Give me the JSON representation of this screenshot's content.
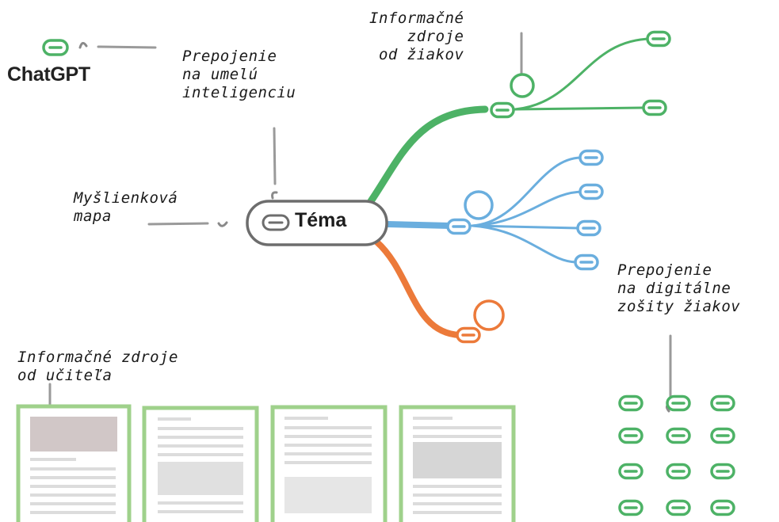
{
  "colors": {
    "green": "#4db266",
    "blue": "#6aaede",
    "orange": "#ec7a3a",
    "gray": "#6d6d6d",
    "page_border": "#9fd18b",
    "pointer": "#9a9a9a"
  },
  "labels": {
    "chatgpt_logo": "ChatGPT",
    "ai_link": "Prepojenie\nna umelú\ninteligenciu",
    "mind_map": "Myšlienková\nmapa",
    "topic": "Téma",
    "student_sources": "Informačné\nzdroje\nod žiakov",
    "workbooks_link": "Prepojenie\nna digitálne\nzošity žiakov",
    "teacher_sources": "Informačné zdroje\nod učiteľa"
  },
  "icons": {
    "node": "pill-minus-icon",
    "cursor": "hand-drawn-pointer-icon"
  }
}
